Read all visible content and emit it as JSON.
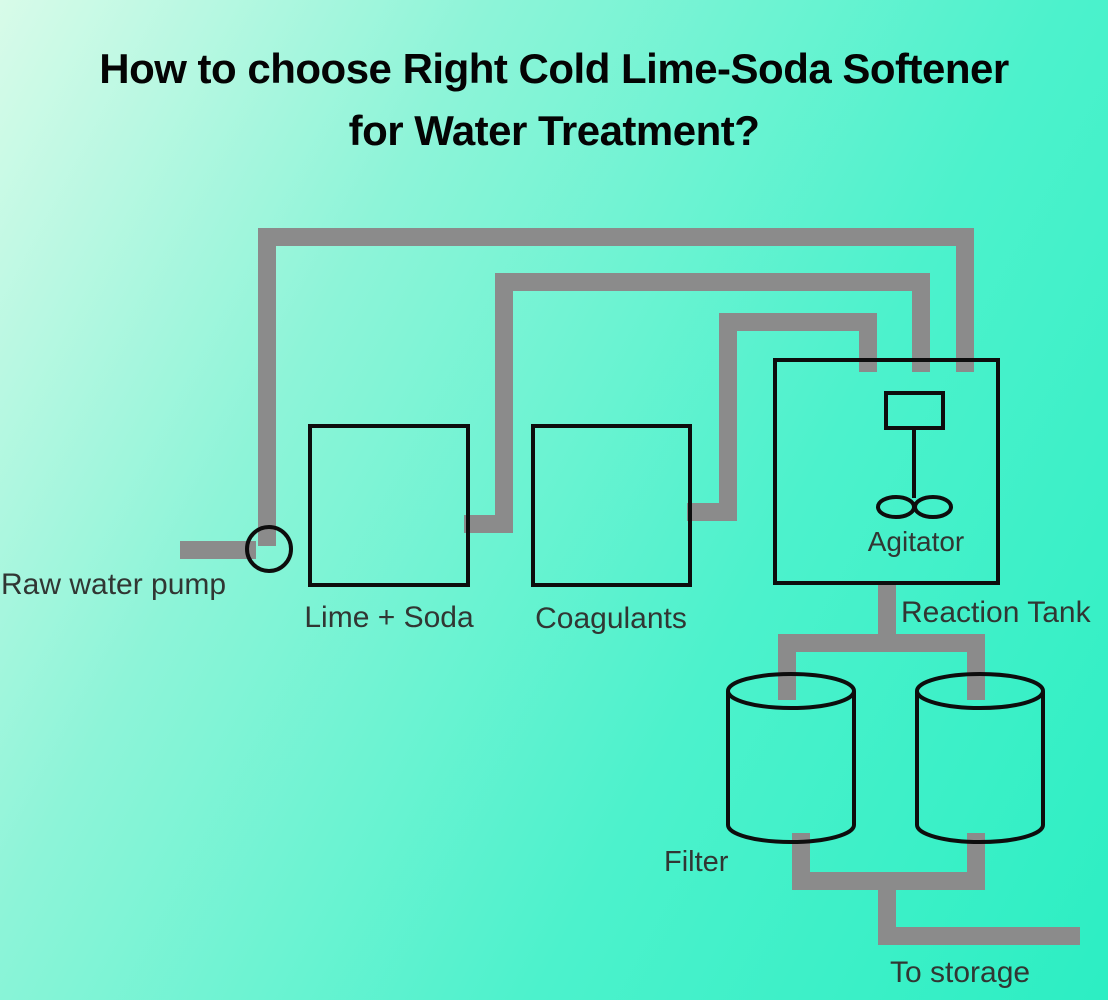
{
  "title": {
    "line1": "How to choose Right Cold Lime-Soda Softener",
    "line2": "for Water Treatment?"
  },
  "labels": {
    "raw_water_pump": "Raw water pump",
    "lime_soda": "Lime + Soda",
    "coagulants": "Coagulants",
    "agitator": "Agitator",
    "reaction_tank": "Reaction Tank",
    "filter": "Filter",
    "to_storage": "To storage"
  },
  "colors": {
    "background_top_left": "#d8fbe9",
    "background_bottom_right": "#2ceec3",
    "pipe": "#8b8b8b",
    "outline": "#0d0d0d",
    "label_text": "#313633",
    "title_text": "#040404"
  }
}
